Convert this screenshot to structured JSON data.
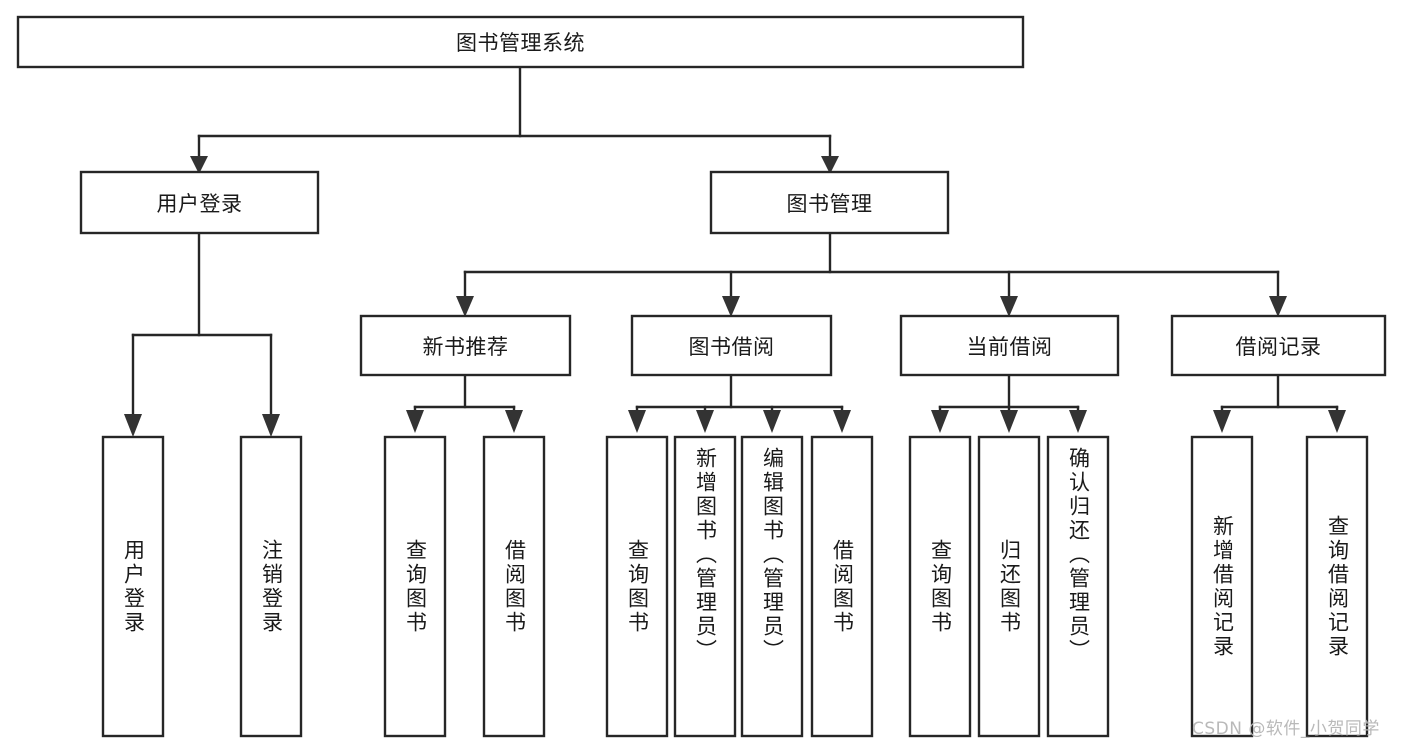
{
  "diagram": {
    "type": "tree-hierarchy-chart",
    "title": "图书管理系统",
    "orientation": "top-down",
    "colors": {
      "box_stroke": "#262626",
      "box_fill": "#ffffff",
      "connector": "#262626",
      "text": "#1a1a1a",
      "watermark": "#b9b9b9",
      "background": "#ffffff"
    },
    "nodes": {
      "root": {
        "label": "图书管理系统",
        "level": 0,
        "text_direction": "horizontal"
      },
      "level1": [
        {
          "id": "user-login",
          "label": "用户登录",
          "text_direction": "horizontal"
        },
        {
          "id": "book-management",
          "label": "图书管理",
          "text_direction": "horizontal"
        }
      ],
      "level2": [
        {
          "id": "new-book-recommend",
          "label": "新书推荐",
          "parent": "book-management",
          "text_direction": "horizontal"
        },
        {
          "id": "book-borrow",
          "label": "图书借阅",
          "parent": "book-management",
          "text_direction": "horizontal"
        },
        {
          "id": "current-borrow",
          "label": "当前借阅",
          "parent": "book-management",
          "text_direction": "horizontal"
        },
        {
          "id": "borrow-record",
          "label": "借阅记录",
          "parent": "book-management",
          "text_direction": "horizontal"
        }
      ],
      "leaves": [
        {
          "id": "leaf-user-login",
          "label": "用户登录",
          "parent": "user-login",
          "text_direction": "vertical"
        },
        {
          "id": "leaf-logout-login",
          "label": "注销登录",
          "parent": "user-login",
          "text_direction": "vertical"
        },
        {
          "id": "leaf-query-book-1",
          "label": "查询图书",
          "parent": "new-book-recommend",
          "text_direction": "vertical"
        },
        {
          "id": "leaf-borrow-book-1",
          "label": "借阅图书",
          "parent": "new-book-recommend",
          "text_direction": "vertical"
        },
        {
          "id": "leaf-query-book-2",
          "label": "查询图书",
          "parent": "book-borrow",
          "text_direction": "vertical"
        },
        {
          "id": "leaf-add-book-admin",
          "label": "新增图书（管理员）",
          "parent": "book-borrow",
          "text_direction": "vertical"
        },
        {
          "id": "leaf-edit-book-admin",
          "label": "编辑图书（管理员）",
          "parent": "book-borrow",
          "text_direction": "vertical"
        },
        {
          "id": "leaf-borrow-book-2",
          "label": "借阅图书",
          "parent": "book-borrow",
          "text_direction": "vertical"
        },
        {
          "id": "leaf-query-book-3",
          "label": "查询图书",
          "parent": "current-borrow",
          "text_direction": "vertical"
        },
        {
          "id": "leaf-return-book",
          "label": "归还图书",
          "parent": "current-borrow",
          "text_direction": "vertical"
        },
        {
          "id": "leaf-confirm-return-admin",
          "label": "确认归还（管理员）",
          "parent": "current-borrow",
          "text_direction": "vertical"
        },
        {
          "id": "leaf-add-borrow-record",
          "label": "新增借阅记录",
          "parent": "borrow-record",
          "text_direction": "vertical"
        },
        {
          "id": "leaf-query-borrow-record",
          "label": "查询借阅记录",
          "parent": "borrow-record",
          "text_direction": "vertical"
        }
      ]
    }
  },
  "watermark": {
    "text": "CSDN @软件_小贺同学"
  }
}
